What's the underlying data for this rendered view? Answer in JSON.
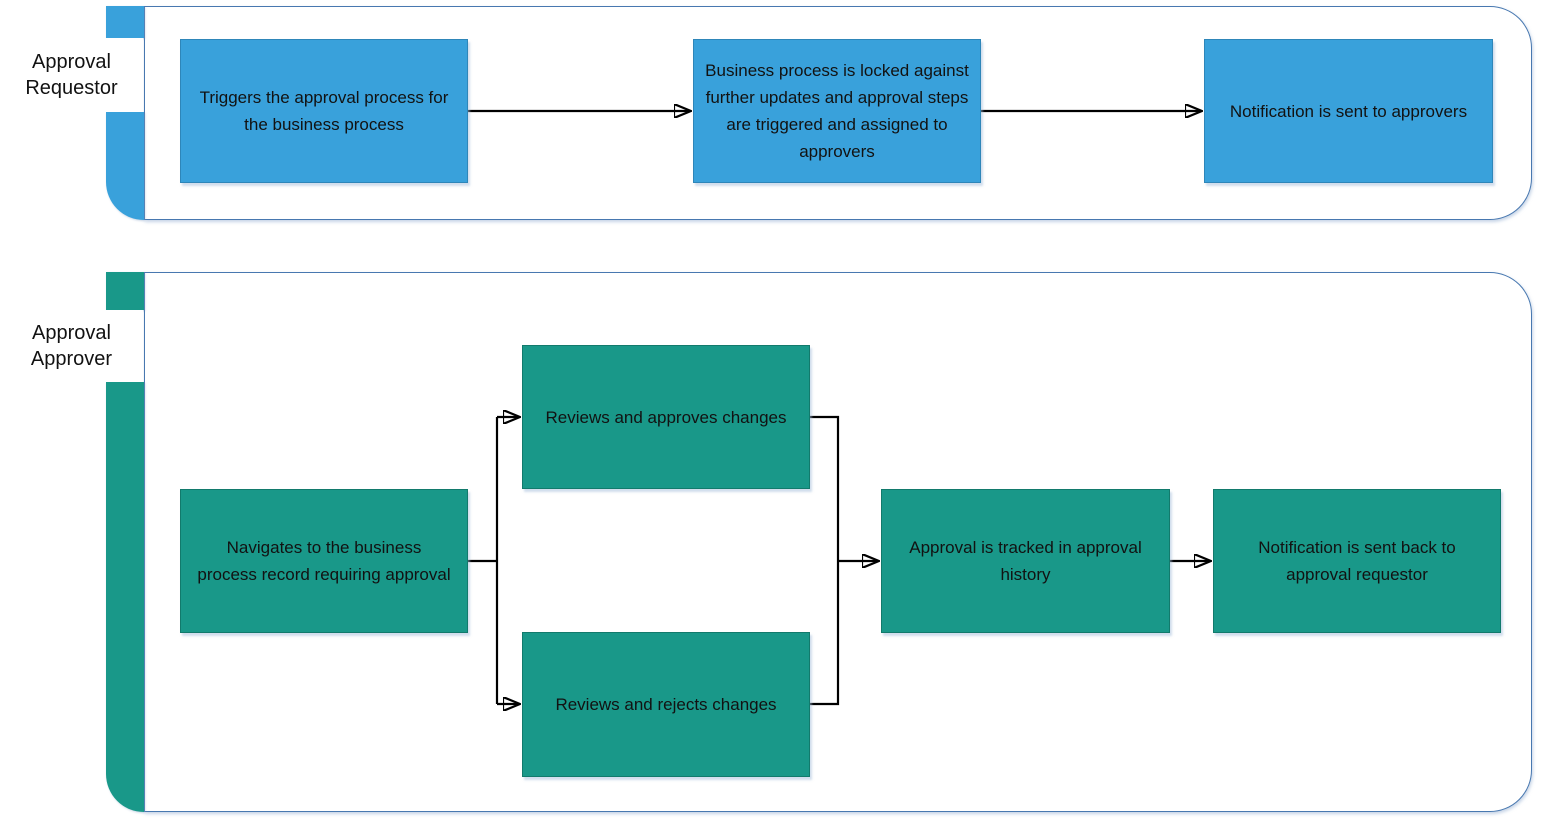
{
  "diagram": {
    "type": "swimlane-flowchart",
    "lanes": [
      {
        "id": "approval-requestor",
        "label": "Approval Requestor",
        "accent_color": "#39A1DB",
        "nodes": [
          {
            "id": "triggers-approval",
            "text": "Triggers the approval process for the business process"
          },
          {
            "id": "process-locked",
            "text": "Business process is locked against further updates and approval steps are triggered and assigned to approvers"
          },
          {
            "id": "notify-approvers",
            "text": "Notification is sent to approvers"
          }
        ]
      },
      {
        "id": "approval-approver",
        "label": "Approval Approver",
        "accent_color": "#199889",
        "nodes": [
          {
            "id": "navigates-record",
            "text": "Navigates to the business process record requiring approval"
          },
          {
            "id": "reviews-approves",
            "text": "Reviews and approves changes"
          },
          {
            "id": "reviews-rejects",
            "text": "Reviews and rejects changes"
          },
          {
            "id": "approval-tracked",
            "text": "Approval is tracked in approval history"
          },
          {
            "id": "notify-requestor",
            "text": "Notification is sent back to approval requestor"
          }
        ]
      }
    ],
    "edges": [
      {
        "from": "triggers-approval",
        "to": "process-locked"
      },
      {
        "from": "process-locked",
        "to": "notify-approvers"
      },
      {
        "from": "navigates-record",
        "to": "reviews-approves"
      },
      {
        "from": "navigates-record",
        "to": "reviews-rejects"
      },
      {
        "from": "reviews-approves",
        "to": "approval-tracked"
      },
      {
        "from": "reviews-rejects",
        "to": "approval-tracked"
      },
      {
        "from": "approval-tracked",
        "to": "notify-requestor"
      }
    ],
    "colors": {
      "requestor_fill": "#39A1DB",
      "approver_fill": "#199889",
      "lane_border": "#4878B0",
      "connector": "#000000",
      "text": "#121212",
      "background": "#FFFFFF"
    }
  }
}
